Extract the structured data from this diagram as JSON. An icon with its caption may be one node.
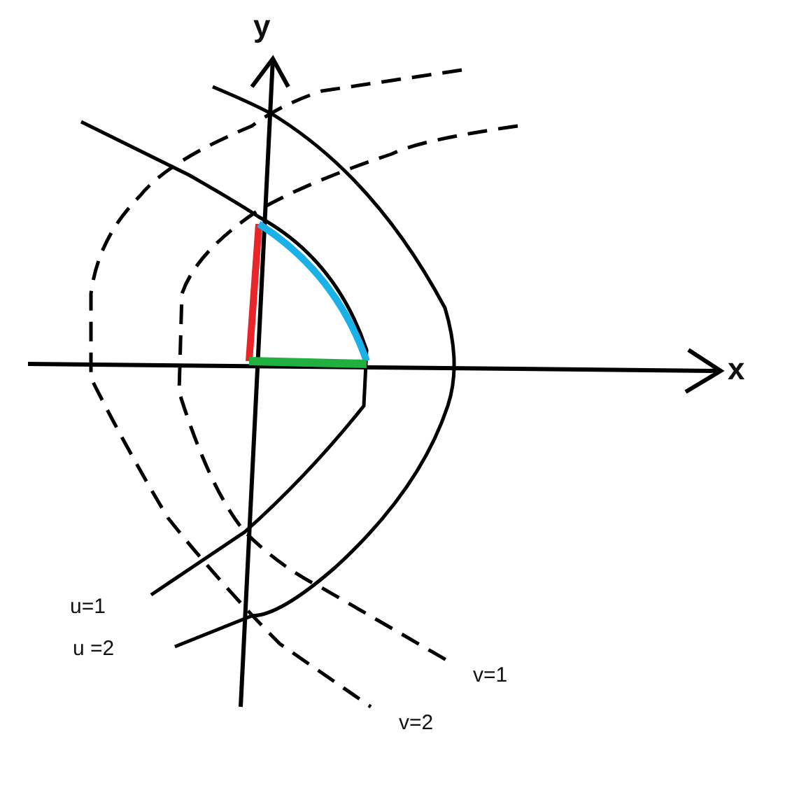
{
  "diagram": {
    "labels": [
      "y",
      "x",
      "u=1",
      "u =2",
      "v=1",
      "v=2"
    ]
  }
}
